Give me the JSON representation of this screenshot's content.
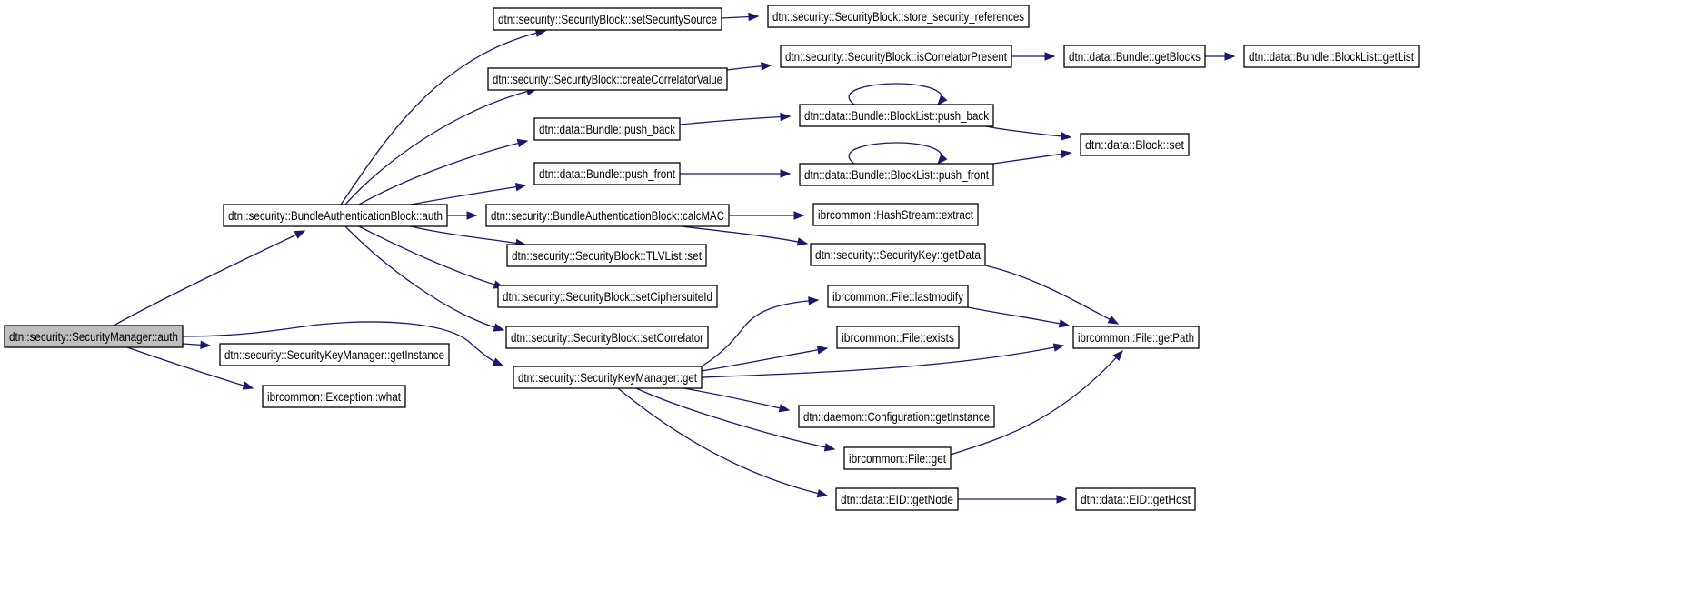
{
  "diagram": {
    "type": "call-graph",
    "root": "n0",
    "colors": {
      "edge": "#191970",
      "root_fill": "#bfbfbf",
      "node_fill": "#ffffff",
      "node_border": "#000000"
    },
    "nodes": [
      {
        "id": "n0",
        "label": "dtn::security::SecurityManager::auth"
      },
      {
        "id": "n1",
        "label": "dtn::security::BundleAuthenticationBlock::auth"
      },
      {
        "id": "n2",
        "label": "dtn::security::SecurityKeyManager::getInstance"
      },
      {
        "id": "n3",
        "label": "ibrcommon::Exception::what"
      },
      {
        "id": "n4",
        "label": "dtn::security::SecurityKeyManager::get"
      },
      {
        "id": "n5",
        "label": "dtn::security::SecurityBlock::setSecuritySource"
      },
      {
        "id": "n6",
        "label": "dtn::security::SecurityBlock::createCorrelatorValue"
      },
      {
        "id": "n7",
        "label": "dtn::data::Bundle::push_back"
      },
      {
        "id": "n8",
        "label": "dtn::data::Bundle::push_front"
      },
      {
        "id": "n9",
        "label": "dtn::security::BundleAuthenticationBlock::calcMAC"
      },
      {
        "id": "n10",
        "label": "dtn::security::SecurityBlock::TLVList::set"
      },
      {
        "id": "n11",
        "label": "dtn::security::SecurityBlock::setCiphersuiteId"
      },
      {
        "id": "n12",
        "label": "dtn::security::SecurityBlock::setCorrelator"
      },
      {
        "id": "n13",
        "label": "dtn::security::SecurityBlock::store_security_references"
      },
      {
        "id": "n14",
        "label": "dtn::security::SecurityBlock::isCorrelatorPresent"
      },
      {
        "id": "n15",
        "label": "dtn::data::Bundle::BlockList::push_back"
      },
      {
        "id": "n16",
        "label": "dtn::data::Bundle::BlockList::push_front"
      },
      {
        "id": "n17",
        "label": "ibrcommon::HashStream::extract"
      },
      {
        "id": "n18",
        "label": "dtn::security::SecurityKey::getData"
      },
      {
        "id": "n19",
        "label": "ibrcommon::File::lastmodify"
      },
      {
        "id": "n20",
        "label": "ibrcommon::File::exists"
      },
      {
        "id": "n21",
        "label": "dtn::daemon::Configuration::getInstance"
      },
      {
        "id": "n22",
        "label": "ibrcommon::File::get"
      },
      {
        "id": "n23",
        "label": "dtn::data::EID::getNode"
      },
      {
        "id": "n24",
        "label": "dtn::data::Bundle::getBlocks"
      },
      {
        "id": "n25",
        "label": "dtn::data::Block::set"
      },
      {
        "id": "n26",
        "label": "ibrcommon::File::getPath"
      },
      {
        "id": "n27",
        "label": "dtn::data::EID::getHost"
      },
      {
        "id": "n28",
        "label": "dtn::data::Bundle::BlockList::getList"
      }
    ],
    "edges": [
      [
        "n0",
        "n1"
      ],
      [
        "n0",
        "n2"
      ],
      [
        "n0",
        "n3"
      ],
      [
        "n0",
        "n4"
      ],
      [
        "n1",
        "n5"
      ],
      [
        "n1",
        "n6"
      ],
      [
        "n1",
        "n7"
      ],
      [
        "n1",
        "n8"
      ],
      [
        "n1",
        "n9"
      ],
      [
        "n1",
        "n10"
      ],
      [
        "n1",
        "n11"
      ],
      [
        "n1",
        "n12"
      ],
      [
        "n5",
        "n13"
      ],
      [
        "n6",
        "n14"
      ],
      [
        "n14",
        "n24"
      ],
      [
        "n24",
        "n28"
      ],
      [
        "n7",
        "n15"
      ],
      [
        "n15",
        "n15"
      ],
      [
        "n15",
        "n25"
      ],
      [
        "n8",
        "n16"
      ],
      [
        "n16",
        "n16"
      ],
      [
        "n16",
        "n25"
      ],
      [
        "n9",
        "n17"
      ],
      [
        "n9",
        "n18"
      ],
      [
        "n18",
        "n26"
      ],
      [
        "n4",
        "n19"
      ],
      [
        "n4",
        "n20"
      ],
      [
        "n4",
        "n26"
      ],
      [
        "n4",
        "n21"
      ],
      [
        "n4",
        "n22"
      ],
      [
        "n4",
        "n23"
      ],
      [
        "n19",
        "n26"
      ],
      [
        "n22",
        "n26"
      ],
      [
        "n23",
        "n27"
      ]
    ]
  }
}
